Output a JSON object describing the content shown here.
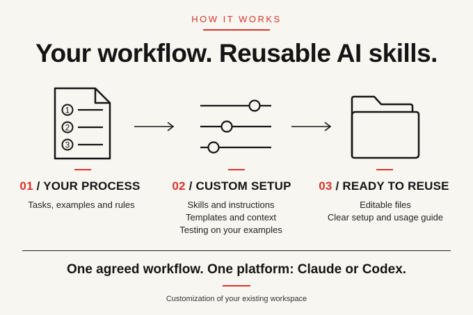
{
  "header": {
    "eyebrow": "HOW IT WORKS",
    "title": "Your workflow. Reusable AI skills."
  },
  "steps": [
    {
      "number": "01",
      "separator": " / ",
      "label": "YOUR PROCESS",
      "icon": "document-list-icon",
      "items": [
        "Tasks, examples and rules"
      ]
    },
    {
      "number": "02",
      "separator": " / ",
      "label": "CUSTOM SETUP",
      "icon": "sliders-icon",
      "items": [
        "Skills and instructions",
        "Templates and context",
        "Testing on your examples"
      ]
    },
    {
      "number": "03",
      "separator": " / ",
      "label": "READY TO REUSE",
      "icon": "folder-icon",
      "items": [
        "Editable files",
        "Clear setup and usage guide"
      ]
    }
  ],
  "document_numbers": [
    "1",
    "2",
    "3"
  ],
  "footer": {
    "headline": "One agreed workflow. One platform: Claude or Codex.",
    "note": "Customization of your existing workspace"
  },
  "colors": {
    "accent": "#d9342b",
    "ink": "#141414",
    "background": "#f8f6f1"
  }
}
